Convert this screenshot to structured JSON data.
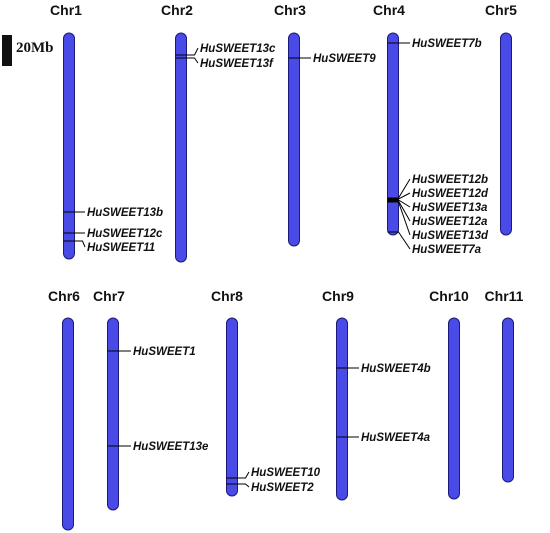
{
  "scale_bar": {
    "label": "20Mb"
  },
  "colors": {
    "chromosome": "#4a4ae6",
    "outline": "#1a1a7a",
    "text": "#111111"
  },
  "chromosomes": [
    {
      "name": "Chr1",
      "genes": [
        {
          "name": "HuSWEET13b"
        },
        {
          "name": "HuSWEET12c"
        },
        {
          "name": "HuSWEET11"
        }
      ]
    },
    {
      "name": "Chr2",
      "genes": [
        {
          "name": "HuSWEET13c"
        },
        {
          "name": "HuSWEET13f"
        }
      ]
    },
    {
      "name": "Chr3",
      "genes": [
        {
          "name": "HuSWEET9"
        }
      ]
    },
    {
      "name": "Chr4",
      "genes": [
        {
          "name": "HuSWEET7b"
        },
        {
          "name": "HuSWEET12b"
        },
        {
          "name": "HuSWEET12d"
        },
        {
          "name": "HuSWEET13a"
        },
        {
          "name": "HuSWEET12a"
        },
        {
          "name": "HuSWEET13d"
        },
        {
          "name": "HuSWEET7a"
        }
      ]
    },
    {
      "name": "Chr5",
      "genes": []
    },
    {
      "name": "Chr6",
      "genes": []
    },
    {
      "name": "Chr7",
      "genes": [
        {
          "name": "HuSWEET1"
        },
        {
          "name": "HuSWEET13e"
        }
      ]
    },
    {
      "name": "Chr8",
      "genes": [
        {
          "name": "HuSWEET10"
        },
        {
          "name": "HuSWEET2"
        }
      ]
    },
    {
      "name": "Chr9",
      "genes": [
        {
          "name": "HuSWEET4b"
        },
        {
          "name": "HuSWEET4a"
        }
      ]
    },
    {
      "name": "Chr10",
      "genes": []
    },
    {
      "name": "Chr11",
      "genes": []
    }
  ]
}
